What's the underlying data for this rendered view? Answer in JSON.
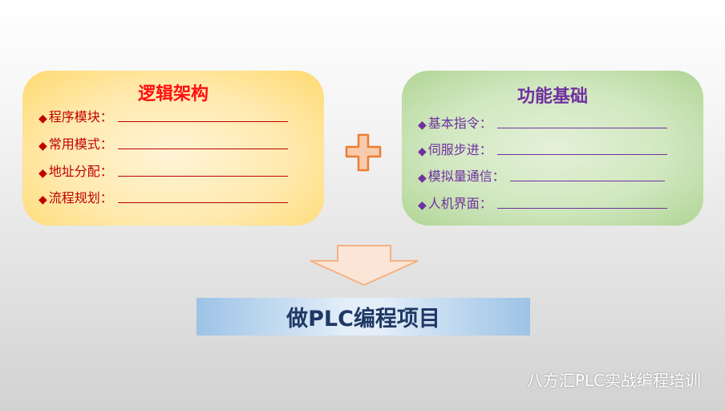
{
  "left_card": {
    "title": "逻辑架构",
    "items": [
      "程序模块：",
      "常用模式：",
      "地址分配：",
      "流程规划："
    ],
    "color": "#c00000"
  },
  "right_card": {
    "title": "功能基础",
    "items": [
      "基本指令：",
      "伺服步进：",
      "模拟量通信：",
      "人机界面："
    ],
    "color": "#7030a0"
  },
  "bullet": "◆",
  "banner": "做PLC编程项目",
  "footer": "八方汇PLC实战编程培训"
}
